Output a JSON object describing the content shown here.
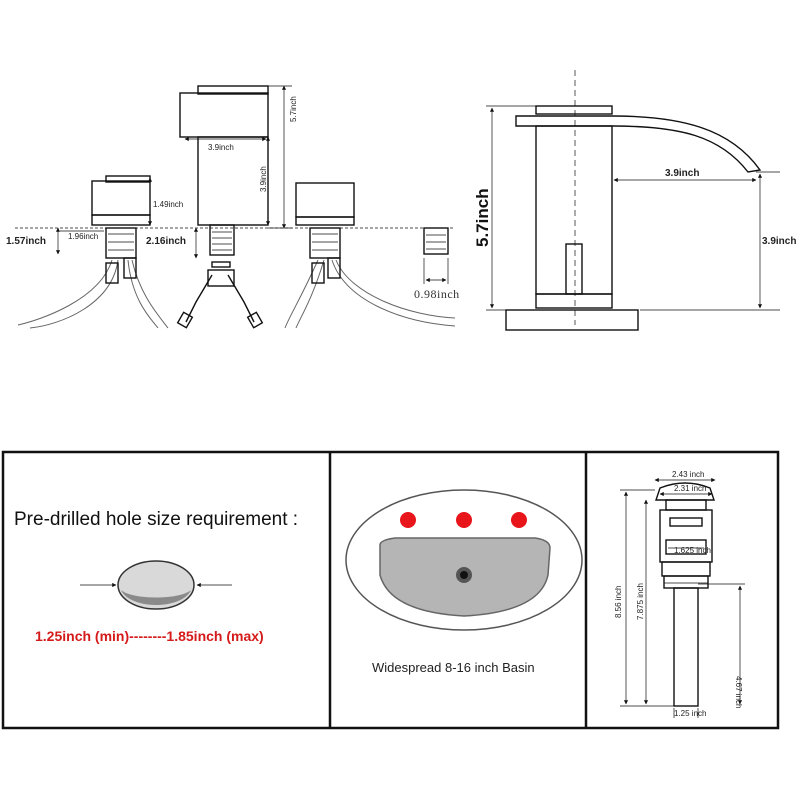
{
  "top_left": {
    "spout_height": "5.7inch",
    "spout_width": "3.9inch",
    "spout_body_height": "3.9inch",
    "handle_height": "1.49inch",
    "left_edge": "1.57inch",
    "handle_base": "1.96inch",
    "shank_length": "2.16inch",
    "hole_diameter": "0.98inch"
  },
  "top_right": {
    "height": "5.7inch",
    "reach": "3.9inch",
    "spout_height": "3.9inch"
  },
  "panel_hole": {
    "title": "Pre-drilled hole size requirement :",
    "range": "1.25inch (min)--------1.85inch (max)"
  },
  "panel_basin": {
    "caption": "Widespread 8-16 inch Basin",
    "hole_color": "#e8161b"
  },
  "panel_drain": {
    "top_width": "2.43 inch",
    "top_inner": "2.31 inch",
    "ring": "1.625 inch",
    "total_height": "8.56 inch",
    "body_height": "7.875 inch",
    "tail_height": "4.67 inch",
    "tail_width": "1.25 inch"
  }
}
